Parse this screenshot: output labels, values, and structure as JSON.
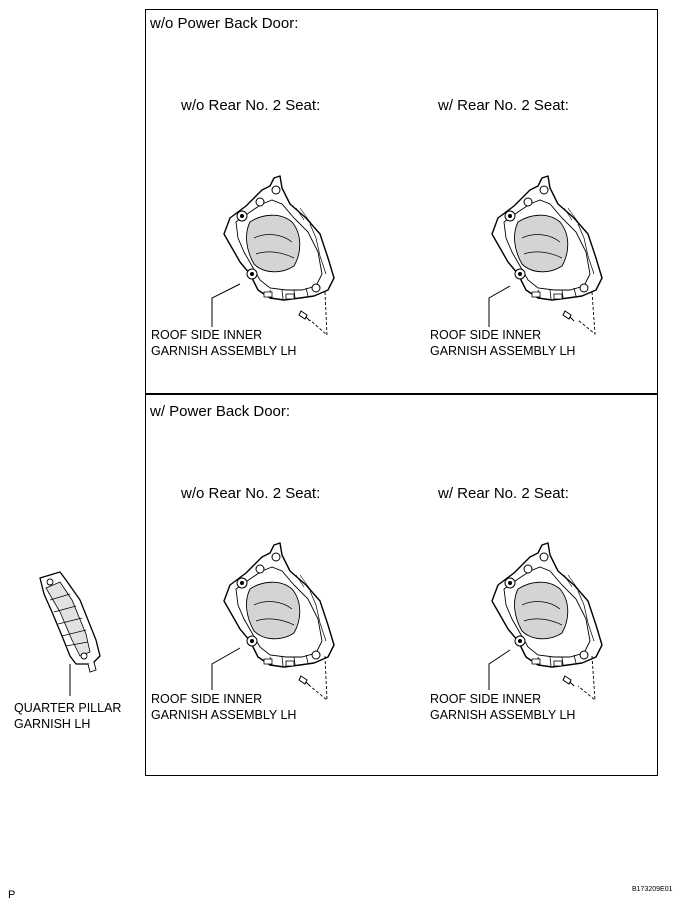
{
  "panels": {
    "top": {
      "title": "w/o Power Back Door:"
    },
    "bottom": {
      "title": "w/ Power Back Door:"
    }
  },
  "variants": {
    "without_seat": "w/o Rear No. 2 Seat:",
    "with_seat": "w/ Rear No. 2 Seat:"
  },
  "parts": {
    "roof_garnish": [
      "ROOF SIDE INNER",
      "GARNISH ASSEMBLY LH"
    ],
    "quarter_pillar": [
      "QUARTER PILLAR",
      "GARNISH LH"
    ]
  },
  "footer": {
    "left_mark": "P",
    "figure_id": "B173209E01"
  }
}
